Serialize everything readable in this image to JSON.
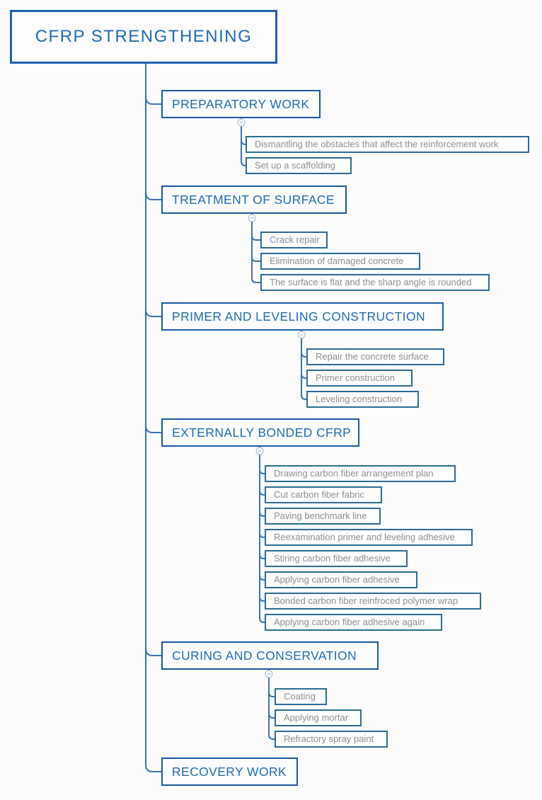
{
  "colors": {
    "root_border": "#1e62ac",
    "topic_border": "#1a5aa0",
    "topic_text": "#1f6bb5",
    "child_border": "#2b6c97",
    "child_text": "#8e8e8e",
    "connector_line": "#3a74b2",
    "collapse_toggle_stroke": "#a3b8cb"
  },
  "mindmap": {
    "root": {
      "label": "CFRP STRENGTHENING"
    },
    "collapse_toggle_glyph": "minus-icon",
    "topics": [
      {
        "label": "PREPARATORY WORK",
        "children": [
          "Dismantling the obstacles that affect the reinforcement work",
          "Set up a scaffolding"
        ]
      },
      {
        "label": "TREATMENT OF SURFACE",
        "children": [
          "Crack repair",
          "Elimination of damaged concrete",
          "The surface is flat and the sharp angle is rounded"
        ]
      },
      {
        "label": "PRIMER AND LEVELING CONSTRUCTION",
        "children": [
          "Repair the concrete surface",
          "Primer construction",
          "Leveling construction"
        ]
      },
      {
        "label": "EXTERNALLY BONDED CFRP",
        "children": [
          "Drawing carbon fiber arrangement plan",
          "Cut carbon fiber fabric",
          "Paving benchmark line",
          "Reexamination primer and leveling adhesive",
          "Stiring carbon fiber adhesive",
          "Applying carbon fiber adhesive",
          "Bonded carbon fiber reinfroced polymer wrap",
          "Applying carbon fiber adhesive again"
        ]
      },
      {
        "label": "CURING AND CONSERVATION",
        "children": [
          "Coating",
          "Applying mortar",
          "Refractory spray paint"
        ]
      },
      {
        "label": "RECOVERY WORK",
        "children": []
      }
    ]
  }
}
